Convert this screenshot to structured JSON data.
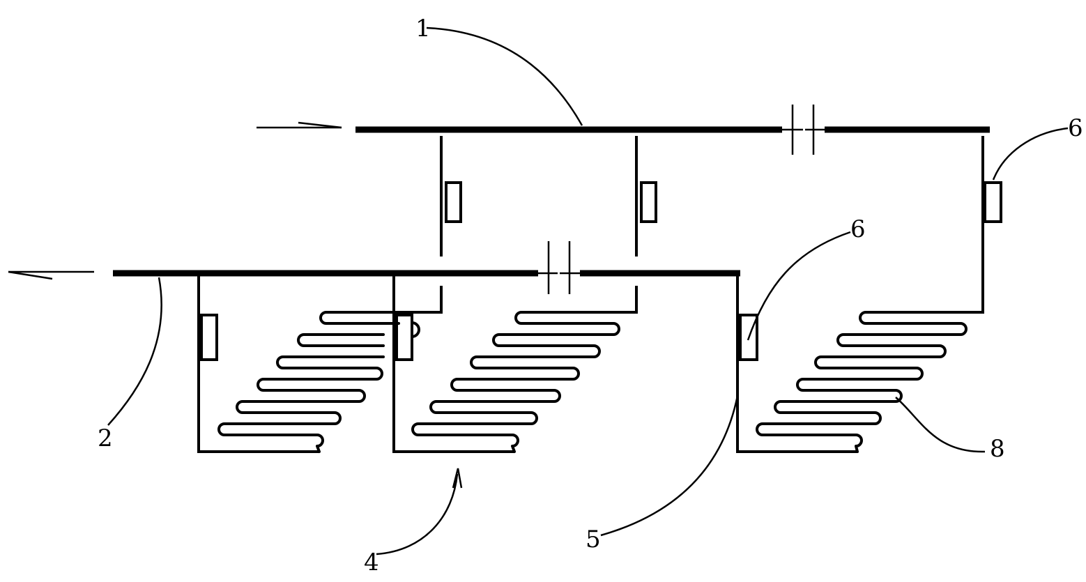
{
  "diagram": {
    "labels": {
      "supply_header": "1",
      "return_header": "2",
      "coil_group": "4",
      "riser": "5",
      "valve_upper": "6",
      "valve_lower": "6",
      "coil_tube": "8"
    },
    "line_color": "#000000",
    "background": "#ffffff"
  }
}
